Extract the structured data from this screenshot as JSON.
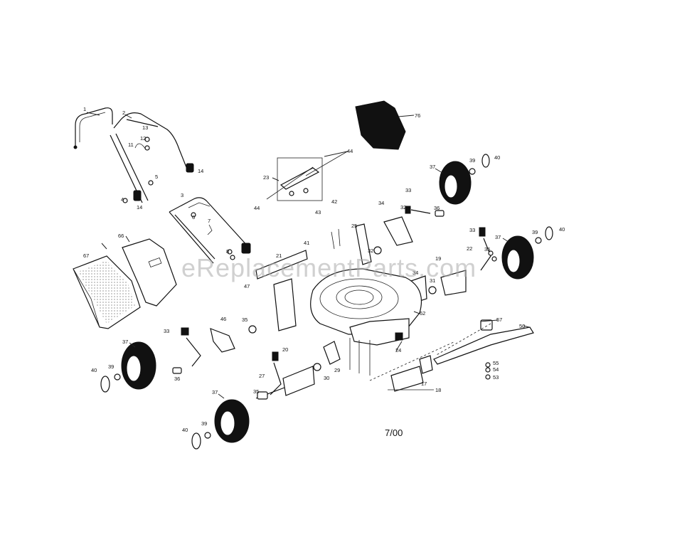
{
  "diagram": {
    "watermark": "eReplacementParts.com",
    "date_code": "7/00",
    "callouts": [
      {
        "id": "c1",
        "text": "1"
      },
      {
        "id": "c2",
        "text": "2"
      },
      {
        "id": "c3",
        "text": "3"
      },
      {
        "id": "c4",
        "text": "4"
      },
      {
        "id": "c5",
        "text": "5"
      },
      {
        "id": "c6",
        "text": "6"
      },
      {
        "id": "c7",
        "text": "7"
      },
      {
        "id": "c8",
        "text": "8"
      },
      {
        "id": "c11",
        "text": "11"
      },
      {
        "id": "c12",
        "text": "12"
      },
      {
        "id": "c13",
        "text": "13"
      },
      {
        "id": "c14a",
        "text": "14"
      },
      {
        "id": "c14b",
        "text": "14"
      },
      {
        "id": "c17",
        "text": "17"
      },
      {
        "id": "c18",
        "text": "18"
      },
      {
        "id": "c19",
        "text": "19"
      },
      {
        "id": "c20",
        "text": "20"
      },
      {
        "id": "c21",
        "text": "21"
      },
      {
        "id": "c22",
        "text": "22"
      },
      {
        "id": "c23",
        "text": "23"
      },
      {
        "id": "c24",
        "text": "24"
      },
      {
        "id": "c25",
        "text": "25"
      },
      {
        "id": "c27",
        "text": "27"
      },
      {
        "id": "c29",
        "text": "29"
      },
      {
        "id": "c30",
        "text": "30"
      },
      {
        "id": "c31",
        "text": "31"
      },
      {
        "id": "c32a",
        "text": "32"
      },
      {
        "id": "c32b",
        "text": "32"
      },
      {
        "id": "c33a",
        "text": "33"
      },
      {
        "id": "c33b",
        "text": "33"
      },
      {
        "id": "c33c",
        "text": "33"
      },
      {
        "id": "c34a",
        "text": "34"
      },
      {
        "id": "c34b",
        "text": "34"
      },
      {
        "id": "c35a",
        "text": "35"
      },
      {
        "id": "c35b",
        "text": "35"
      },
      {
        "id": "c35c",
        "text": "35"
      },
      {
        "id": "c36a",
        "text": "36"
      },
      {
        "id": "c36b",
        "text": "36"
      },
      {
        "id": "c37a",
        "text": "37"
      },
      {
        "id": "c37b",
        "text": "37"
      },
      {
        "id": "c37c",
        "text": "37"
      },
      {
        "id": "c37d",
        "text": "37"
      },
      {
        "id": "c39a",
        "text": "39"
      },
      {
        "id": "c39b",
        "text": "39"
      },
      {
        "id": "c39c",
        "text": "39"
      },
      {
        "id": "c39d",
        "text": "39"
      },
      {
        "id": "c40a",
        "text": "40"
      },
      {
        "id": "c40b",
        "text": "40"
      },
      {
        "id": "c40c",
        "text": "40"
      },
      {
        "id": "c40d",
        "text": "40"
      },
      {
        "id": "c41",
        "text": "41"
      },
      {
        "id": "c42",
        "text": "42"
      },
      {
        "id": "c43",
        "text": "43"
      },
      {
        "id": "c44a",
        "text": "44"
      },
      {
        "id": "c44b",
        "text": "44"
      },
      {
        "id": "c46",
        "text": "46"
      },
      {
        "id": "c47",
        "text": "47"
      },
      {
        "id": "c50",
        "text": "50"
      },
      {
        "id": "c53",
        "text": "53"
      },
      {
        "id": "c54",
        "text": "54"
      },
      {
        "id": "c55",
        "text": "55"
      },
      {
        "id": "c57",
        "text": "57"
      },
      {
        "id": "c62",
        "text": "62"
      },
      {
        "id": "c66",
        "text": "66"
      },
      {
        "id": "c67",
        "text": "67"
      },
      {
        "id": "c76",
        "text": "76"
      }
    ]
  }
}
